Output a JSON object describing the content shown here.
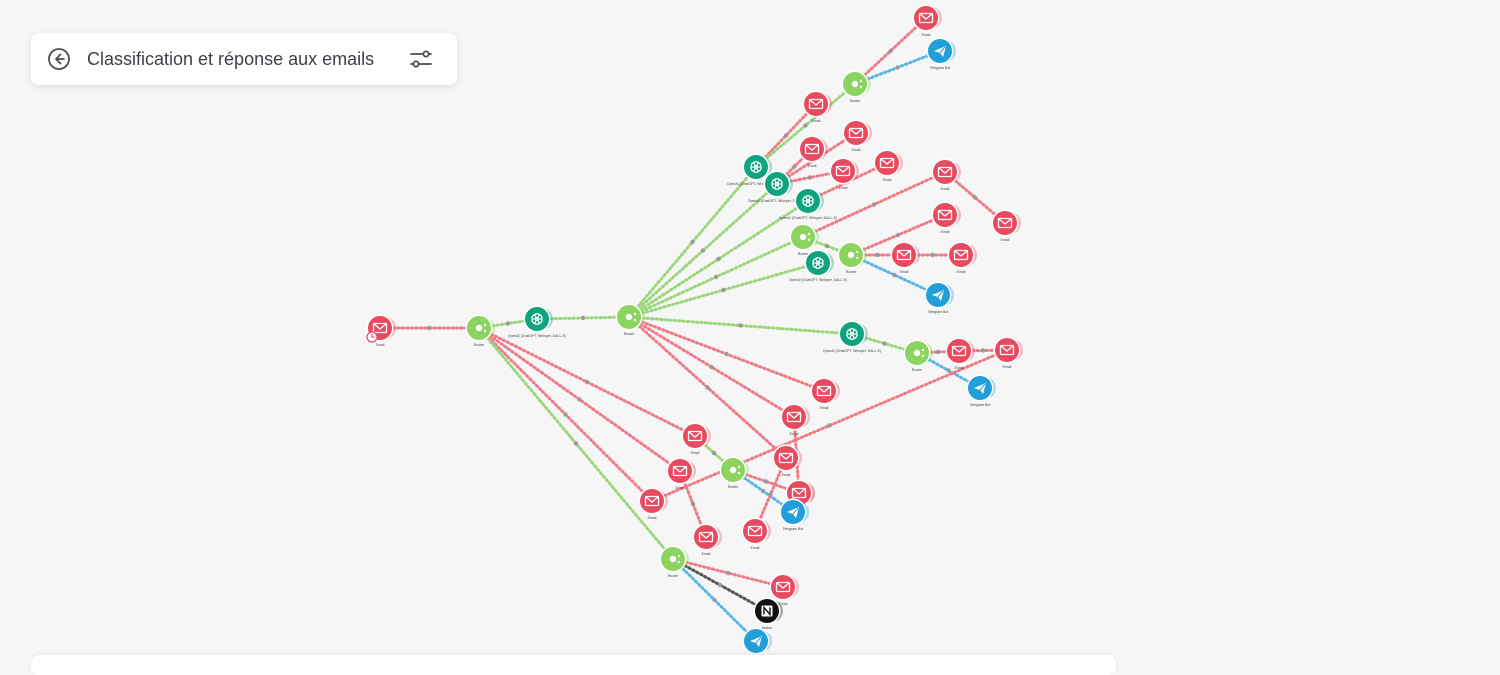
{
  "header": {
    "title": "Classification et réponse aux emails",
    "back_icon": "arrow-left-circle-icon",
    "settings_icon": "sliders-icon"
  },
  "colors": {
    "email": "#e84a5f",
    "router": "#8dd35f",
    "openai": "#10a37f",
    "telegram": "#229ed9",
    "notion": "#111111",
    "edge_red": "#f07b88",
    "edge_green": "#9bd77a",
    "edge_blue": "#56b6e6",
    "edge_dark": "#555555"
  },
  "labels": {
    "email": "Email",
    "router": "Router",
    "openai": "OpenAI (ChatGPT, Whisper, DALL-E)",
    "telegram": "Telegram Bot",
    "notion": "Notion"
  },
  "scenario": {
    "nodes": [
      {
        "id": "e0",
        "type": "email"
      },
      {
        "id": "r0",
        "type": "router"
      },
      {
        "id": "o0",
        "type": "openai"
      },
      {
        "id": "r1",
        "type": "router"
      },
      {
        "id": "o1",
        "type": "openai"
      },
      {
        "id": "o2",
        "type": "openai"
      },
      {
        "id": "o3",
        "type": "openai"
      },
      {
        "id": "o4",
        "type": "openai"
      },
      {
        "id": "o5",
        "type": "openai"
      },
      {
        "id": "r2",
        "type": "router"
      },
      {
        "id": "r3",
        "type": "router"
      },
      {
        "id": "r4",
        "type": "router"
      },
      {
        "id": "r5",
        "type": "router"
      },
      {
        "id": "r6",
        "type": "router"
      },
      {
        "id": "r7",
        "type": "router"
      },
      {
        "id": "e1",
        "type": "email"
      },
      {
        "id": "e2",
        "type": "email"
      },
      {
        "id": "e3",
        "type": "email"
      },
      {
        "id": "e4",
        "type": "email"
      },
      {
        "id": "e5",
        "type": "email"
      },
      {
        "id": "e6",
        "type": "email"
      },
      {
        "id": "e7",
        "type": "email"
      },
      {
        "id": "e8",
        "type": "email"
      },
      {
        "id": "e9",
        "type": "email"
      },
      {
        "id": "e10",
        "type": "email"
      },
      {
        "id": "e11",
        "type": "email"
      },
      {
        "id": "e12",
        "type": "email"
      },
      {
        "id": "e13",
        "type": "email"
      },
      {
        "id": "e14",
        "type": "email"
      },
      {
        "id": "e15",
        "type": "email"
      },
      {
        "id": "e16",
        "type": "email"
      },
      {
        "id": "e17",
        "type": "email"
      },
      {
        "id": "e18",
        "type": "email"
      },
      {
        "id": "e19",
        "type": "email"
      },
      {
        "id": "e20",
        "type": "email"
      },
      {
        "id": "e21",
        "type": "email"
      },
      {
        "id": "e22",
        "type": "email"
      },
      {
        "id": "e23",
        "type": "email"
      },
      {
        "id": "e24",
        "type": "email"
      },
      {
        "id": "t1",
        "type": "telegram"
      },
      {
        "id": "t2",
        "type": "telegram"
      },
      {
        "id": "t3",
        "type": "telegram"
      },
      {
        "id": "t4",
        "type": "telegram"
      },
      {
        "id": "t5",
        "type": "telegram"
      },
      {
        "id": "n1",
        "type": "notion"
      }
    ],
    "edges": [
      [
        "e0",
        "r0",
        "red"
      ],
      [
        "r0",
        "o0",
        "green"
      ],
      [
        "o0",
        "r1",
        "green"
      ],
      [
        "r1",
        "o1",
        "green"
      ],
      [
        "r1",
        "o2",
        "green"
      ],
      [
        "r1",
        "o3",
        "green"
      ],
      [
        "r1",
        "r3",
        "green"
      ],
      [
        "r1",
        "o4",
        "green"
      ],
      [
        "r1",
        "o5",
        "green"
      ],
      [
        "r1",
        "e21",
        "red"
      ],
      [
        "r1",
        "e22",
        "red"
      ],
      [
        "r1",
        "e15",
        "red"
      ],
      [
        "r0",
        "e16",
        "red"
      ],
      [
        "r0",
        "e17",
        "red"
      ],
      [
        "r0",
        "e18",
        "red"
      ],
      [
        "r0",
        "r6",
        "green"
      ],
      [
        "o1",
        "e5",
        "red"
      ],
      [
        "o1",
        "r2",
        "green"
      ],
      [
        "r2",
        "e1",
        "red"
      ],
      [
        "r2",
        "t1",
        "blue"
      ],
      [
        "o2",
        "e6",
        "red"
      ],
      [
        "o2",
        "e7",
        "red"
      ],
      [
        "o2",
        "e8",
        "red"
      ],
      [
        "o3",
        "e9",
        "red"
      ],
      [
        "r3",
        "e10",
        "red"
      ],
      [
        "r3",
        "r4",
        "green"
      ],
      [
        "r4",
        "e11",
        "red"
      ],
      [
        "r4",
        "e12",
        "red"
      ],
      [
        "r4",
        "t2",
        "blue"
      ],
      [
        "e10",
        "e13",
        "red"
      ],
      [
        "e12",
        "e14",
        "red"
      ],
      [
        "o5",
        "r5",
        "green"
      ],
      [
        "r5",
        "e19",
        "red"
      ],
      [
        "r5",
        "t3",
        "blue"
      ],
      [
        "e19",
        "e20",
        "red"
      ],
      [
        "e16",
        "r7",
        "green"
      ],
      [
        "r7",
        "e23",
        "red"
      ],
      [
        "r7",
        "t4",
        "blue"
      ],
      [
        "e17",
        "e24",
        "red"
      ],
      [
        "e18",
        "e20",
        "red"
      ],
      [
        "r6",
        "e2",
        "red"
      ],
      [
        "r6",
        "n1",
        "dark"
      ],
      [
        "r6",
        "t5",
        "blue"
      ],
      [
        "e15",
        "e3",
        "red"
      ],
      [
        "e22",
        "e4",
        "red"
      ]
    ]
  }
}
